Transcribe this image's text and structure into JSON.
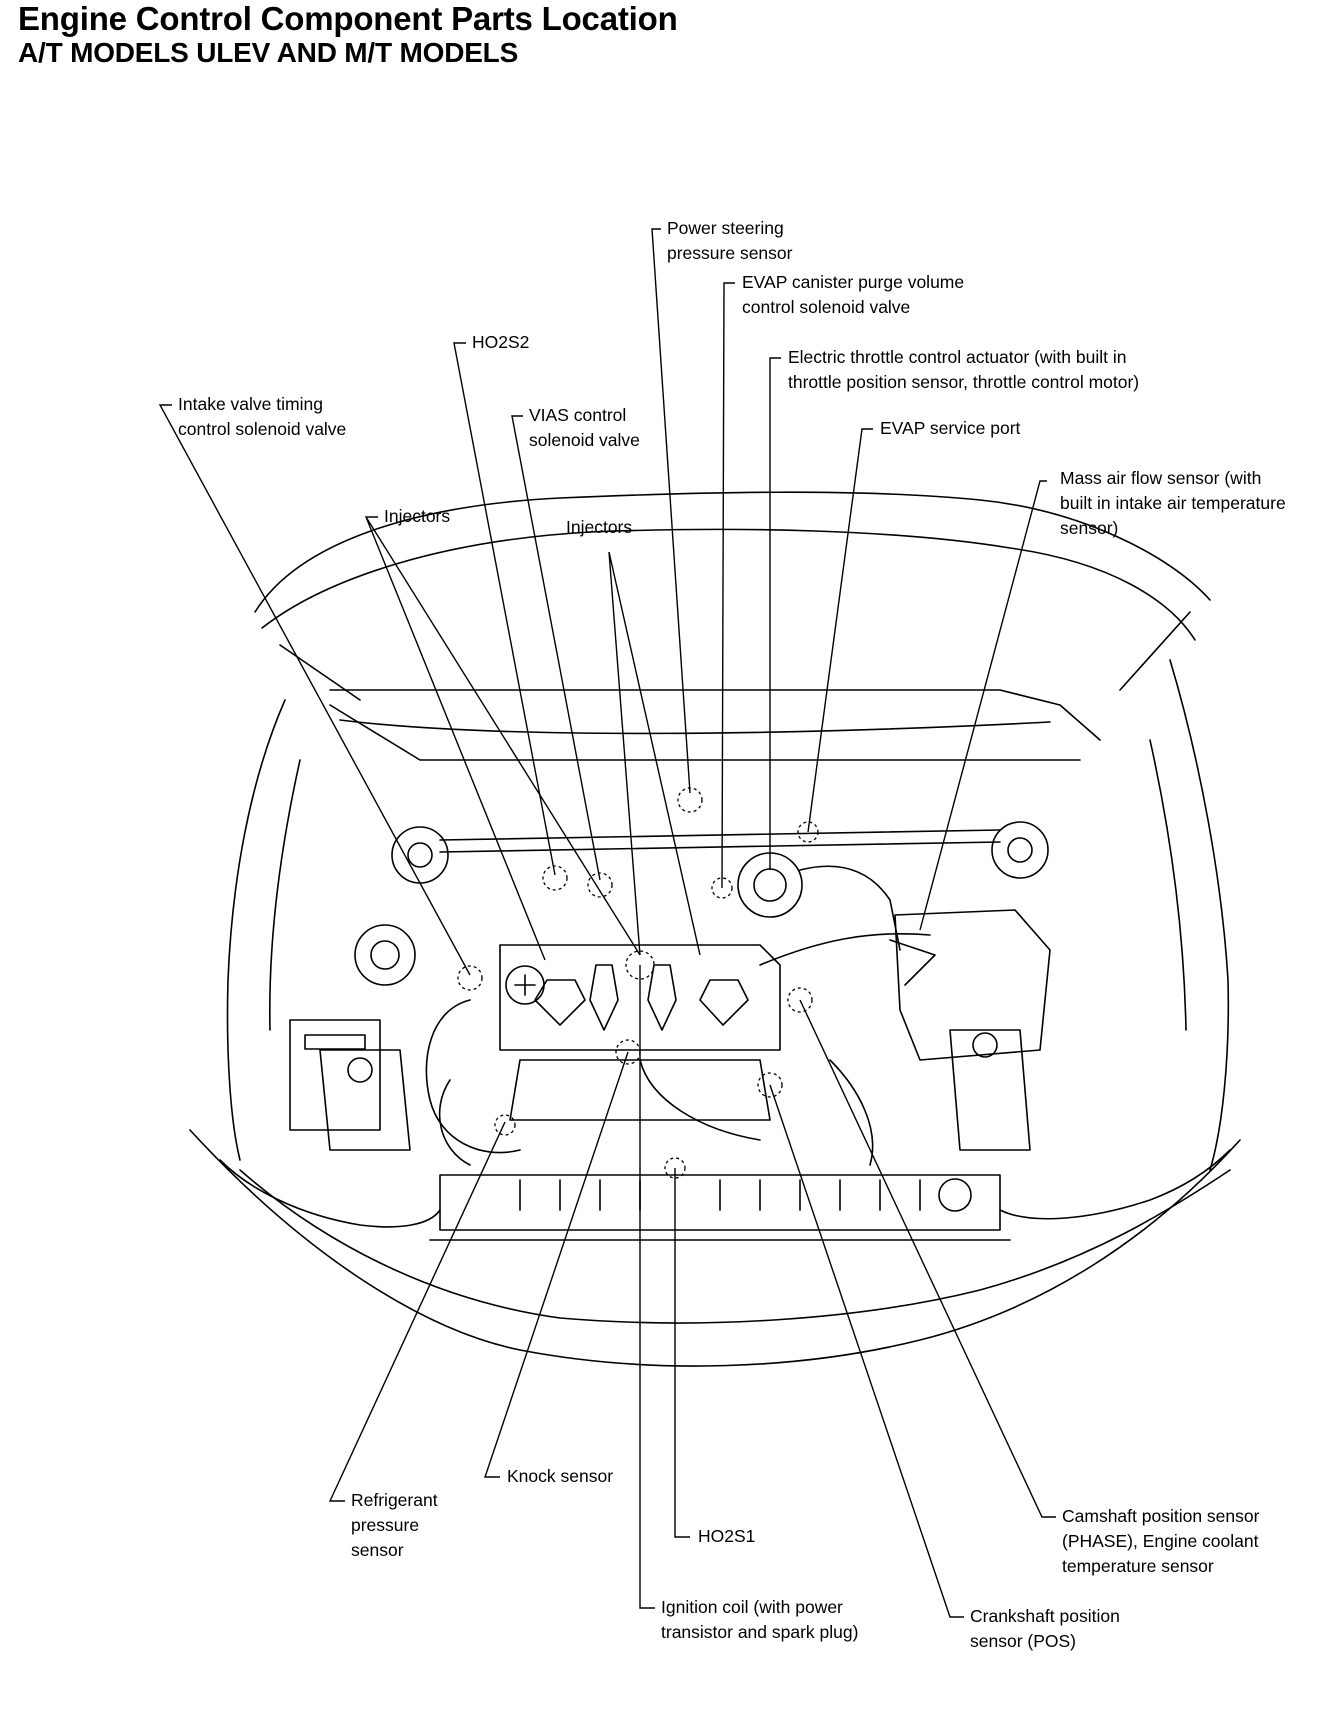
{
  "title": "Engine Control Component Parts Location",
  "subtitle": "A/T MODELS ULEV AND M/T MODELS",
  "labels": {
    "power_steering": [
      "Power steering",
      "pressure sensor"
    ],
    "evap_canister": [
      "EVAP canister purge volume",
      "control solenoid valve"
    ],
    "ho2s2": [
      "HO2S2"
    ],
    "electric_throttle": [
      "Electric throttle control actuator (with built in",
      "throttle position sensor, throttle control motor)"
    ],
    "intake_valve": [
      "Intake valve timing",
      "control solenoid valve"
    ],
    "vias": [
      "VIAS control",
      "solenoid valve"
    ],
    "evap_service": [
      "EVAP service port"
    ],
    "mass_air_flow": [
      "Mass air flow sensor (with",
      "built in intake air temperature",
      "sensor)"
    ],
    "injectors_left": [
      "Injectors"
    ],
    "injectors_center": [
      "Injectors"
    ],
    "knock": [
      "Knock sensor"
    ],
    "refrigerant": [
      "Refrigerant",
      "pressure",
      "sensor"
    ],
    "ho2s1": [
      "HO2S1"
    ],
    "camshaft": [
      "Camshaft position sensor",
      "(PHASE), Engine coolant",
      "temperature sensor"
    ],
    "ignition": [
      "Ignition coil (with power",
      "transistor and spark plug)"
    ],
    "crankshaft": [
      "Crankshaft position",
      "sensor (POS)"
    ]
  }
}
